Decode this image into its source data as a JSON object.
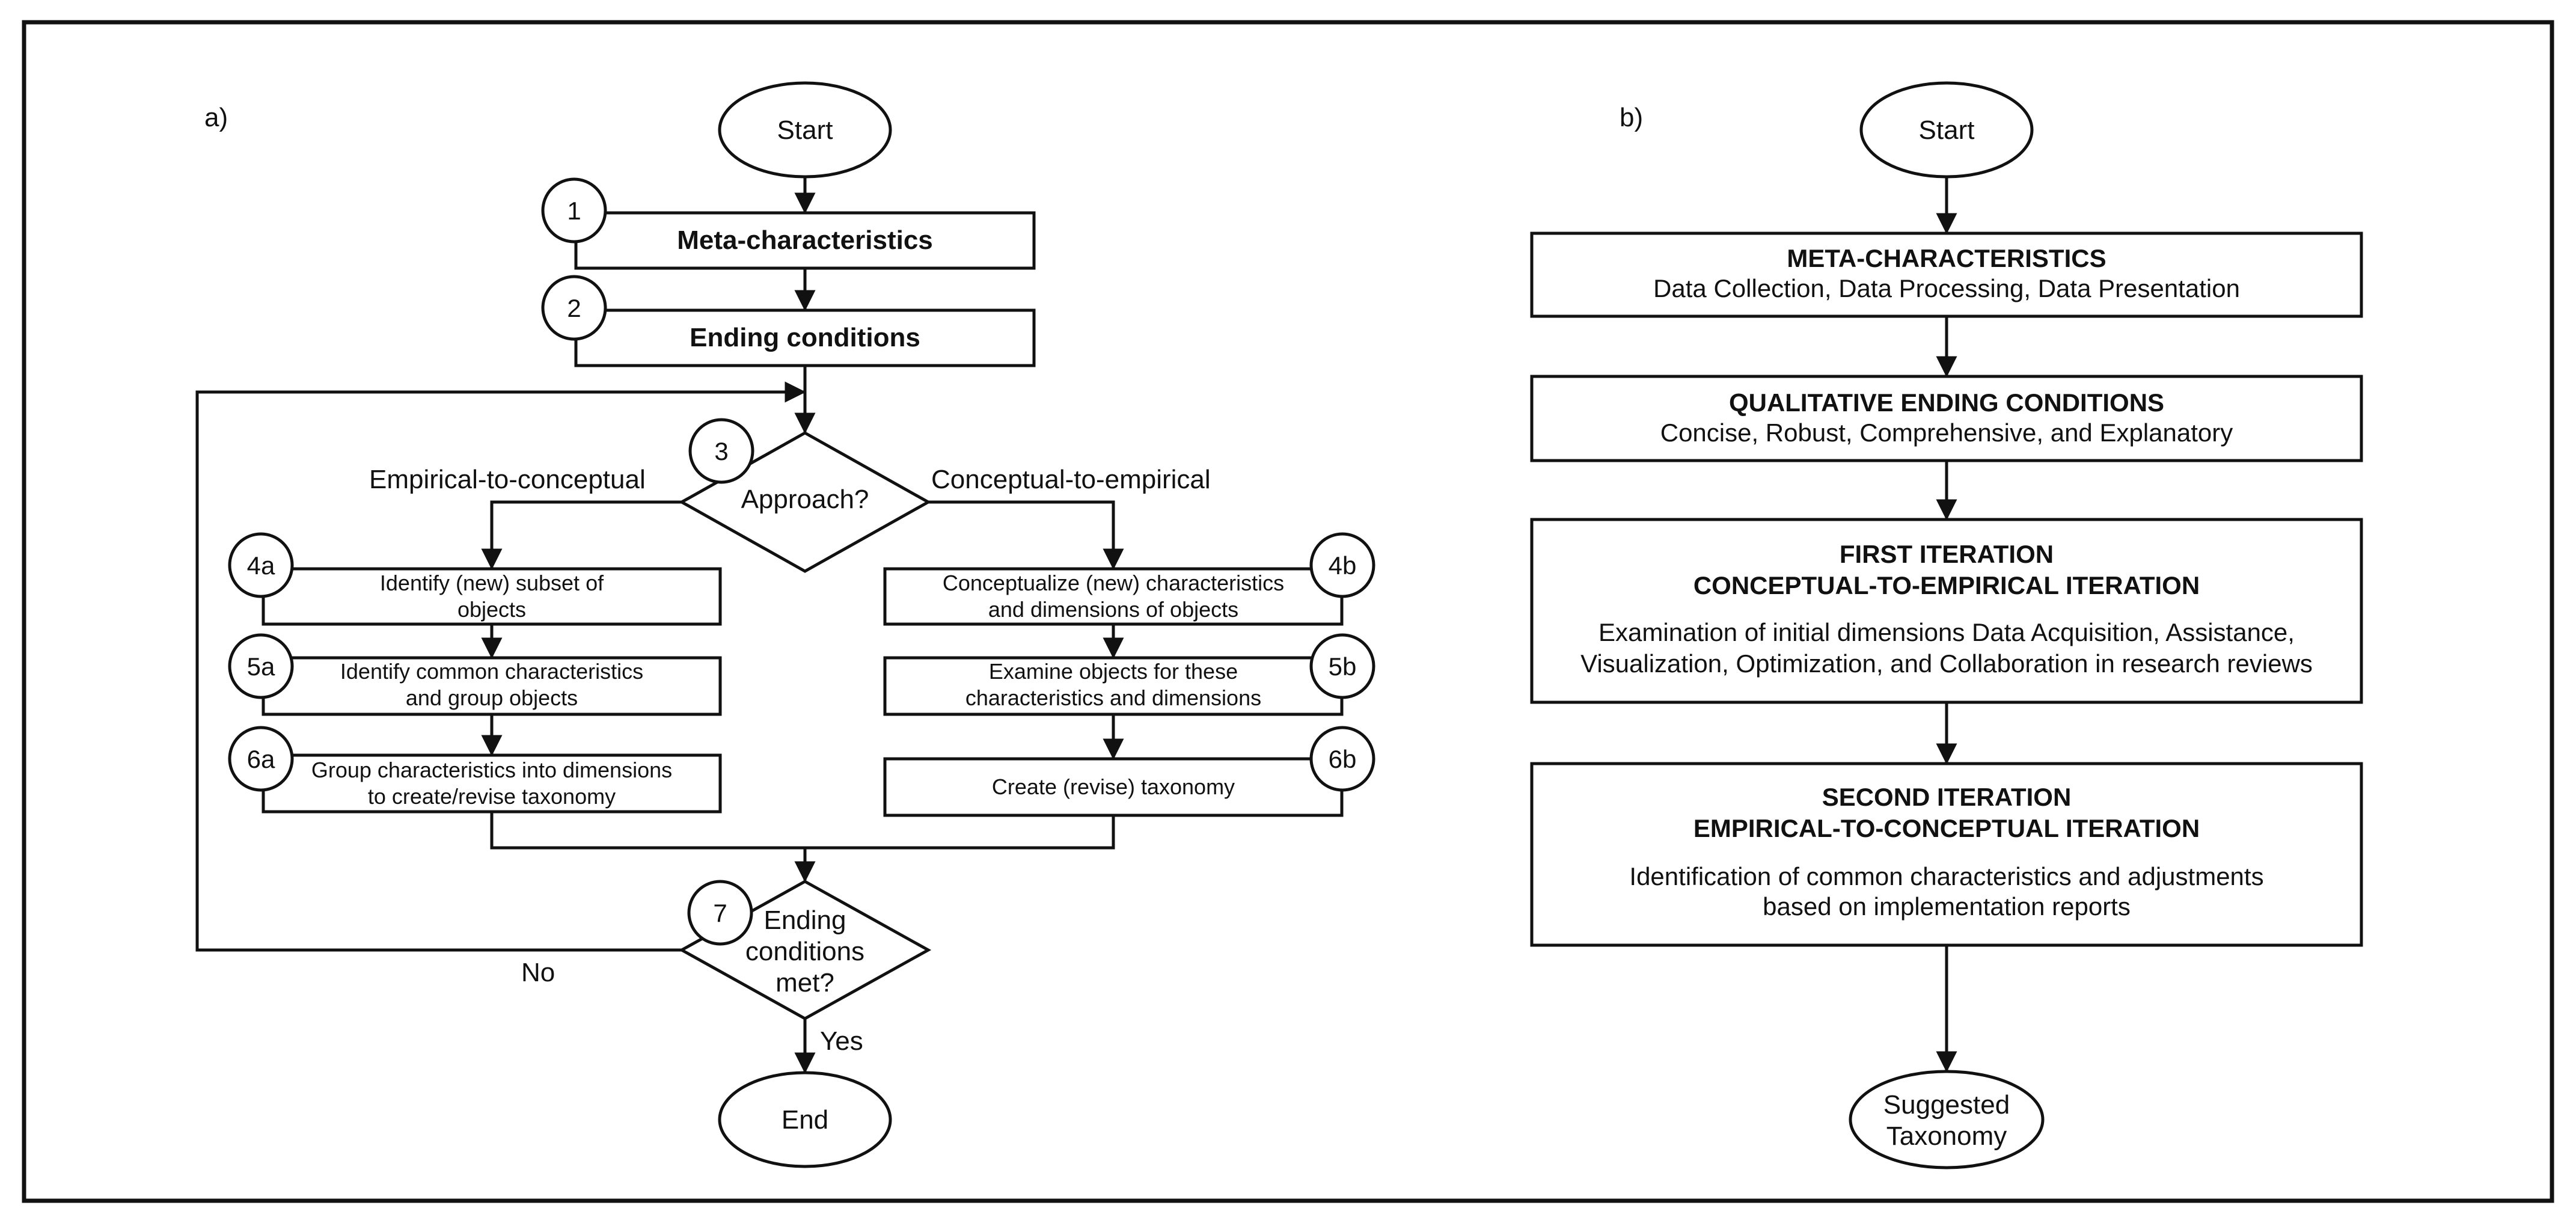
{
  "panel_a": {
    "label": "a)",
    "start": "Start",
    "step1": {
      "num": "1",
      "label": "Meta-characteristics"
    },
    "step2": {
      "num": "2",
      "label": "Ending conditions"
    },
    "step3": {
      "num": "3",
      "label": "Approach?"
    },
    "branch_left": "Empirical-to-conceptual",
    "branch_right": "Conceptual-to-empirical",
    "step4a": {
      "num": "4a",
      "line1": "Identify (new) subset of",
      "line2": "objects"
    },
    "step5a": {
      "num": "5a",
      "line1": "Identify common characteristics",
      "line2": "and group objects"
    },
    "step6a": {
      "num": "6a",
      "line1": "Group characteristics into dimensions",
      "line2": "to create/revise taxonomy"
    },
    "step4b": {
      "num": "4b",
      "line1": "Conceptualize (new) characteristics",
      "line2": "and dimensions of objects"
    },
    "step5b": {
      "num": "5b",
      "line1": "Examine objects for these",
      "line2": "characteristics and dimensions"
    },
    "step6b": {
      "num": "6b",
      "label": "Create (revise) taxonomy"
    },
    "step7": {
      "num": "7",
      "line1": "Ending",
      "line2": "conditions",
      "line3": "met?"
    },
    "no_label": "No",
    "yes_label": "Yes",
    "end": "End"
  },
  "panel_b": {
    "label": "b)",
    "start": "Start",
    "box1": {
      "title": "META-CHARACTERISTICS",
      "line1": "Data Collection, Data Processing, Data Presentation"
    },
    "box2": {
      "title": "QUALITATIVE ENDING CONDITIONS",
      "line1": "Concise, Robust, Comprehensive, and Explanatory"
    },
    "box3": {
      "title1": "FIRST ITERATION",
      "title2": "CONCEPTUAL-TO-EMPIRICAL ITERATION",
      "line1": "Examination of initial dimensions Data Acquisition, Assistance,",
      "line2": "Visualization, Optimization, and Collaboration in research reviews"
    },
    "box4": {
      "title1": "SECOND ITERATION",
      "title2": "EMPIRICAL-TO-CONCEPTUAL ITERATION",
      "line1": "Identification of common characteristics and adjustments",
      "line2": "based on implementation reports"
    },
    "end": {
      "line1": "Suggested",
      "line2": "Taxonomy"
    }
  }
}
